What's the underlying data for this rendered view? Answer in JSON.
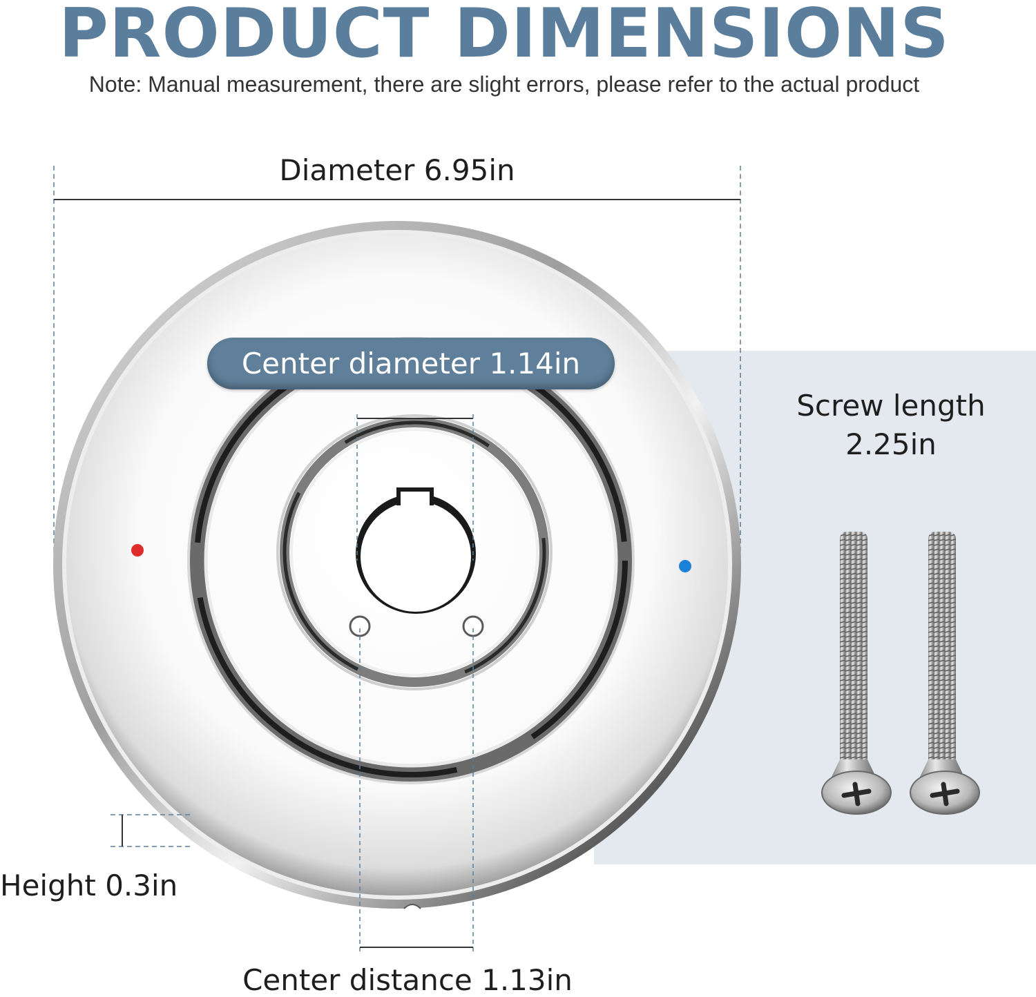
{
  "header": {
    "title": "PRODUCT DIMENSIONS",
    "note": "Note: Manual measurement, there are slight errors, please refer to the actual product"
  },
  "dimensions": {
    "diameter": "Diameter 6.95in",
    "center_diameter": "Center diameter 1.14in",
    "screw_length_line1": "Screw length",
    "screw_length_line2": "2.25in",
    "height": "Height 0.3in",
    "center_distance": "Center distance 1.13in"
  },
  "colors": {
    "title": "#5a7e9b",
    "pill": "#5f7f9a",
    "screw_panel": "#e3e9ef",
    "hot_dot": "#e02b2b",
    "cold_dot": "#1a82d6"
  }
}
